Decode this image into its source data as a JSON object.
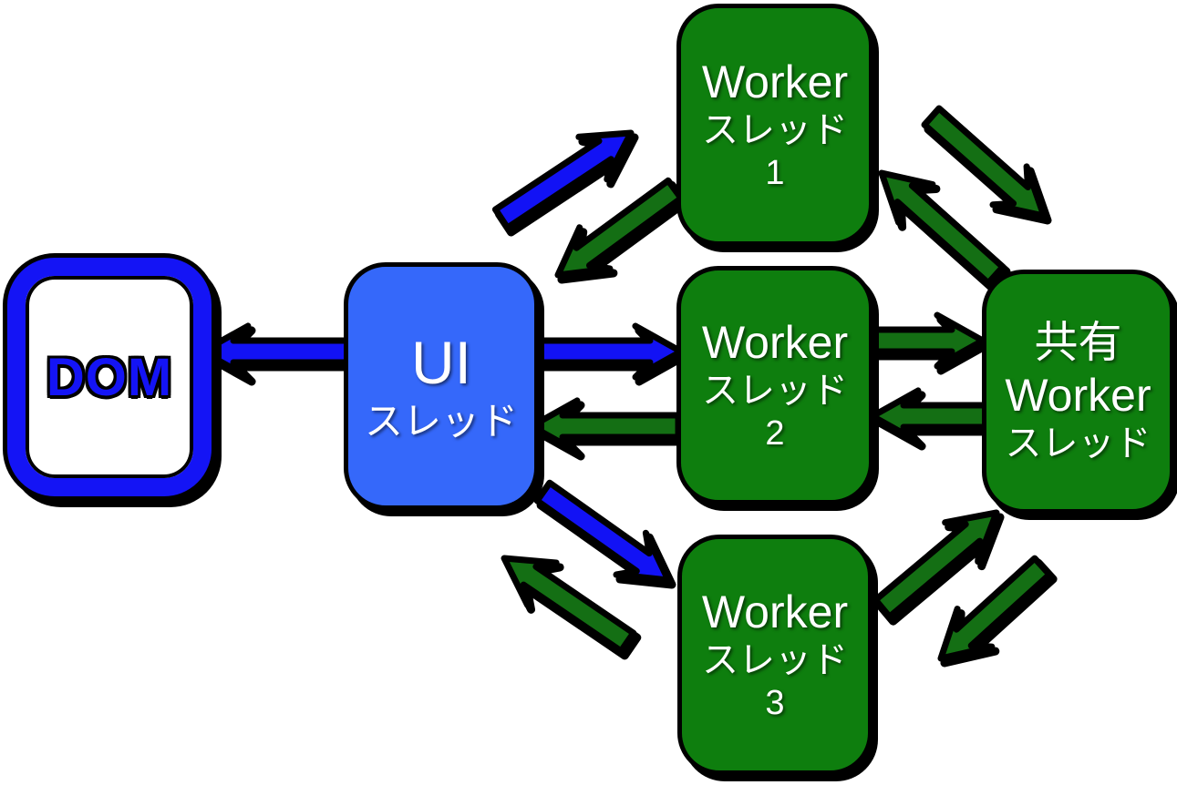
{
  "diagram": {
    "nodes": {
      "dom": {
        "label": "DOM"
      },
      "ui": {
        "title": "UI",
        "subtitle": "スレッド"
      },
      "worker1": {
        "title": "Worker",
        "subtitle": "スレッド",
        "number": "1"
      },
      "worker2": {
        "title": "Worker",
        "subtitle": "スレッド",
        "number": "2"
      },
      "worker3": {
        "title": "Worker",
        "subtitle": "スレッド",
        "number": "3"
      },
      "shared": {
        "line1": "共有",
        "line2": "Worker",
        "line3": "スレッド"
      }
    },
    "colors": {
      "blue_arrow": "#1212F5",
      "green_arrow": "#146F14",
      "blue_box": "#3568FA",
      "green_box": "#0E7E0E",
      "dom_border_blue": "#1414F5",
      "outline": "#000000"
    },
    "edges": [
      {
        "id": "ui-to-dom",
        "from": "ui-thread",
        "to": "dom",
        "color": "blue"
      },
      {
        "id": "ui-to-worker1",
        "from": "ui-thread",
        "to": "worker-thread-1",
        "color": "blue"
      },
      {
        "id": "worker1-to-ui",
        "from": "worker-thread-1",
        "to": "ui-thread",
        "color": "green"
      },
      {
        "id": "ui-to-worker2",
        "from": "ui-thread",
        "to": "worker-thread-2",
        "color": "blue"
      },
      {
        "id": "worker2-to-ui",
        "from": "worker-thread-2",
        "to": "ui-thread",
        "color": "green"
      },
      {
        "id": "ui-to-worker3",
        "from": "ui-thread",
        "to": "worker-thread-3",
        "color": "blue"
      },
      {
        "id": "worker3-to-ui",
        "from": "worker-thread-3",
        "to": "ui-thread",
        "color": "green"
      },
      {
        "id": "worker1-to-shared",
        "from": "worker-thread-1",
        "to": "shared-worker-thread",
        "color": "green"
      },
      {
        "id": "shared-to-worker1",
        "from": "shared-worker-thread",
        "to": "worker-thread-1",
        "color": "green"
      },
      {
        "id": "worker2-to-shared",
        "from": "worker-thread-2",
        "to": "shared-worker-thread",
        "color": "green"
      },
      {
        "id": "shared-to-worker2",
        "from": "shared-worker-thread",
        "to": "worker-thread-2",
        "color": "green"
      },
      {
        "id": "worker3-to-shared",
        "from": "worker-thread-3",
        "to": "shared-worker-thread",
        "color": "green"
      },
      {
        "id": "shared-to-worker3",
        "from": "shared-worker-thread",
        "to": "worker-thread-3",
        "color": "green"
      }
    ]
  }
}
